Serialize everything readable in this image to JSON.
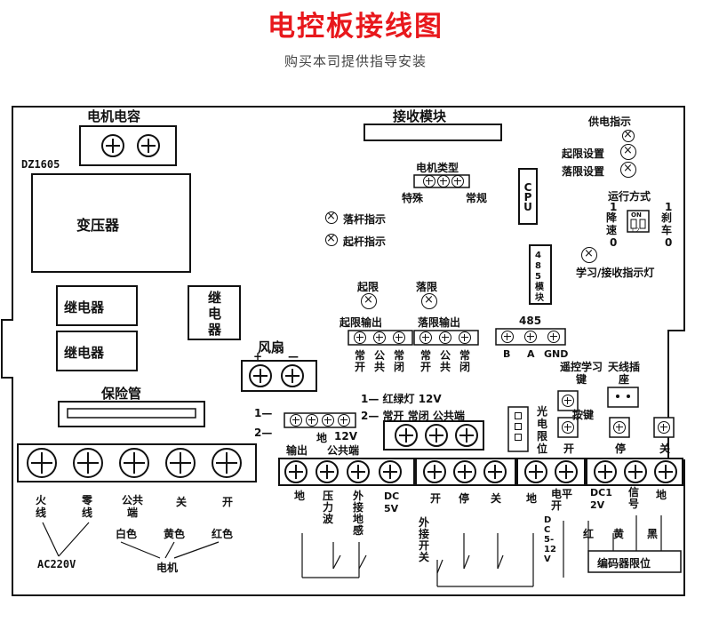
{
  "header": {
    "title": "电控板接线图",
    "subtitle": "购买本司提供指导安装"
  },
  "board": {
    "model": "DZ1605",
    "motor_capacitor": "电机电容",
    "transformer": "变压器",
    "relay": "继电器",
    "relay_vertical": "继电器",
    "fan": "风扇",
    "fan_plus": "+",
    "fan_minus": "—",
    "fuse": "保险管",
    "receiver_module": "接收模块",
    "motor_type": {
      "title": "电机类型",
      "special": "特殊",
      "normal": "常规"
    },
    "cpu": "CPU",
    "module_485": "485模块",
    "indicators": {
      "power": "供电指示",
      "up_limit_set": "起限设置",
      "down_limit_set": "落限设置",
      "drop_bar": "落杆指示",
      "lift_bar": "起杆指示",
      "learn_receive": "学习/接收指示灯"
    },
    "run_mode": {
      "title": "运行方式",
      "left_top": "1",
      "left_label": "降速",
      "left_bottom": "0",
      "right_top": "1",
      "right_label": "刹车",
      "right_bottom": "0",
      "switch_on": "ON",
      "switch_nums": "1 2"
    },
    "limits": {
      "up": "起限",
      "down": "落限",
      "up_output": "起限输出",
      "down_output": "落限输出",
      "up_pins": [
        "常开",
        "公共",
        "常闭"
      ],
      "down_pins": [
        "常开",
        "公共",
        "常闭"
      ]
    },
    "rs485": {
      "title": "485",
      "pins": [
        "B",
        "A",
        "GND"
      ]
    },
    "remote": {
      "learn_key": "遥控学习键",
      "antenna": "天线插座",
      "keys_title": "按键",
      "keys": [
        "开",
        "停",
        "关"
      ]
    },
    "optical_limit": "光电限位",
    "traffic_light": {
      "line1": "1— 红绿灯    12V",
      "line2": "2— 常开 常闭 公共端",
      "num1": "1—",
      "num2": "2—",
      "bottom_ground": "地",
      "bottom_12v": "12V",
      "output": "输出",
      "common": "公共端"
    },
    "power_terminals": [
      "火线",
      "零线",
      "公共端",
      "关",
      "开"
    ],
    "ac": "AC220V",
    "motor_colors": [
      "白色",
      "黄色",
      "红色"
    ],
    "motor": "电机",
    "bottom_terminals": {
      "ground": "地",
      "pressure_wave": "压力波",
      "ext_ground_sense": "外接地感",
      "dc5v": "DC5V",
      "open": "开",
      "stop": "停",
      "close": "关",
      "ground2": "地",
      "level_open": "电平开",
      "dc12v": "DC12V",
      "signal": "信号",
      "ground3": "地",
      "ext_switch": "外接开关",
      "dc5_12v": "DC5-12V",
      "encoder_colors": [
        "红",
        "黄",
        "黑"
      ],
      "encoder_limit": "编码器限位"
    }
  }
}
